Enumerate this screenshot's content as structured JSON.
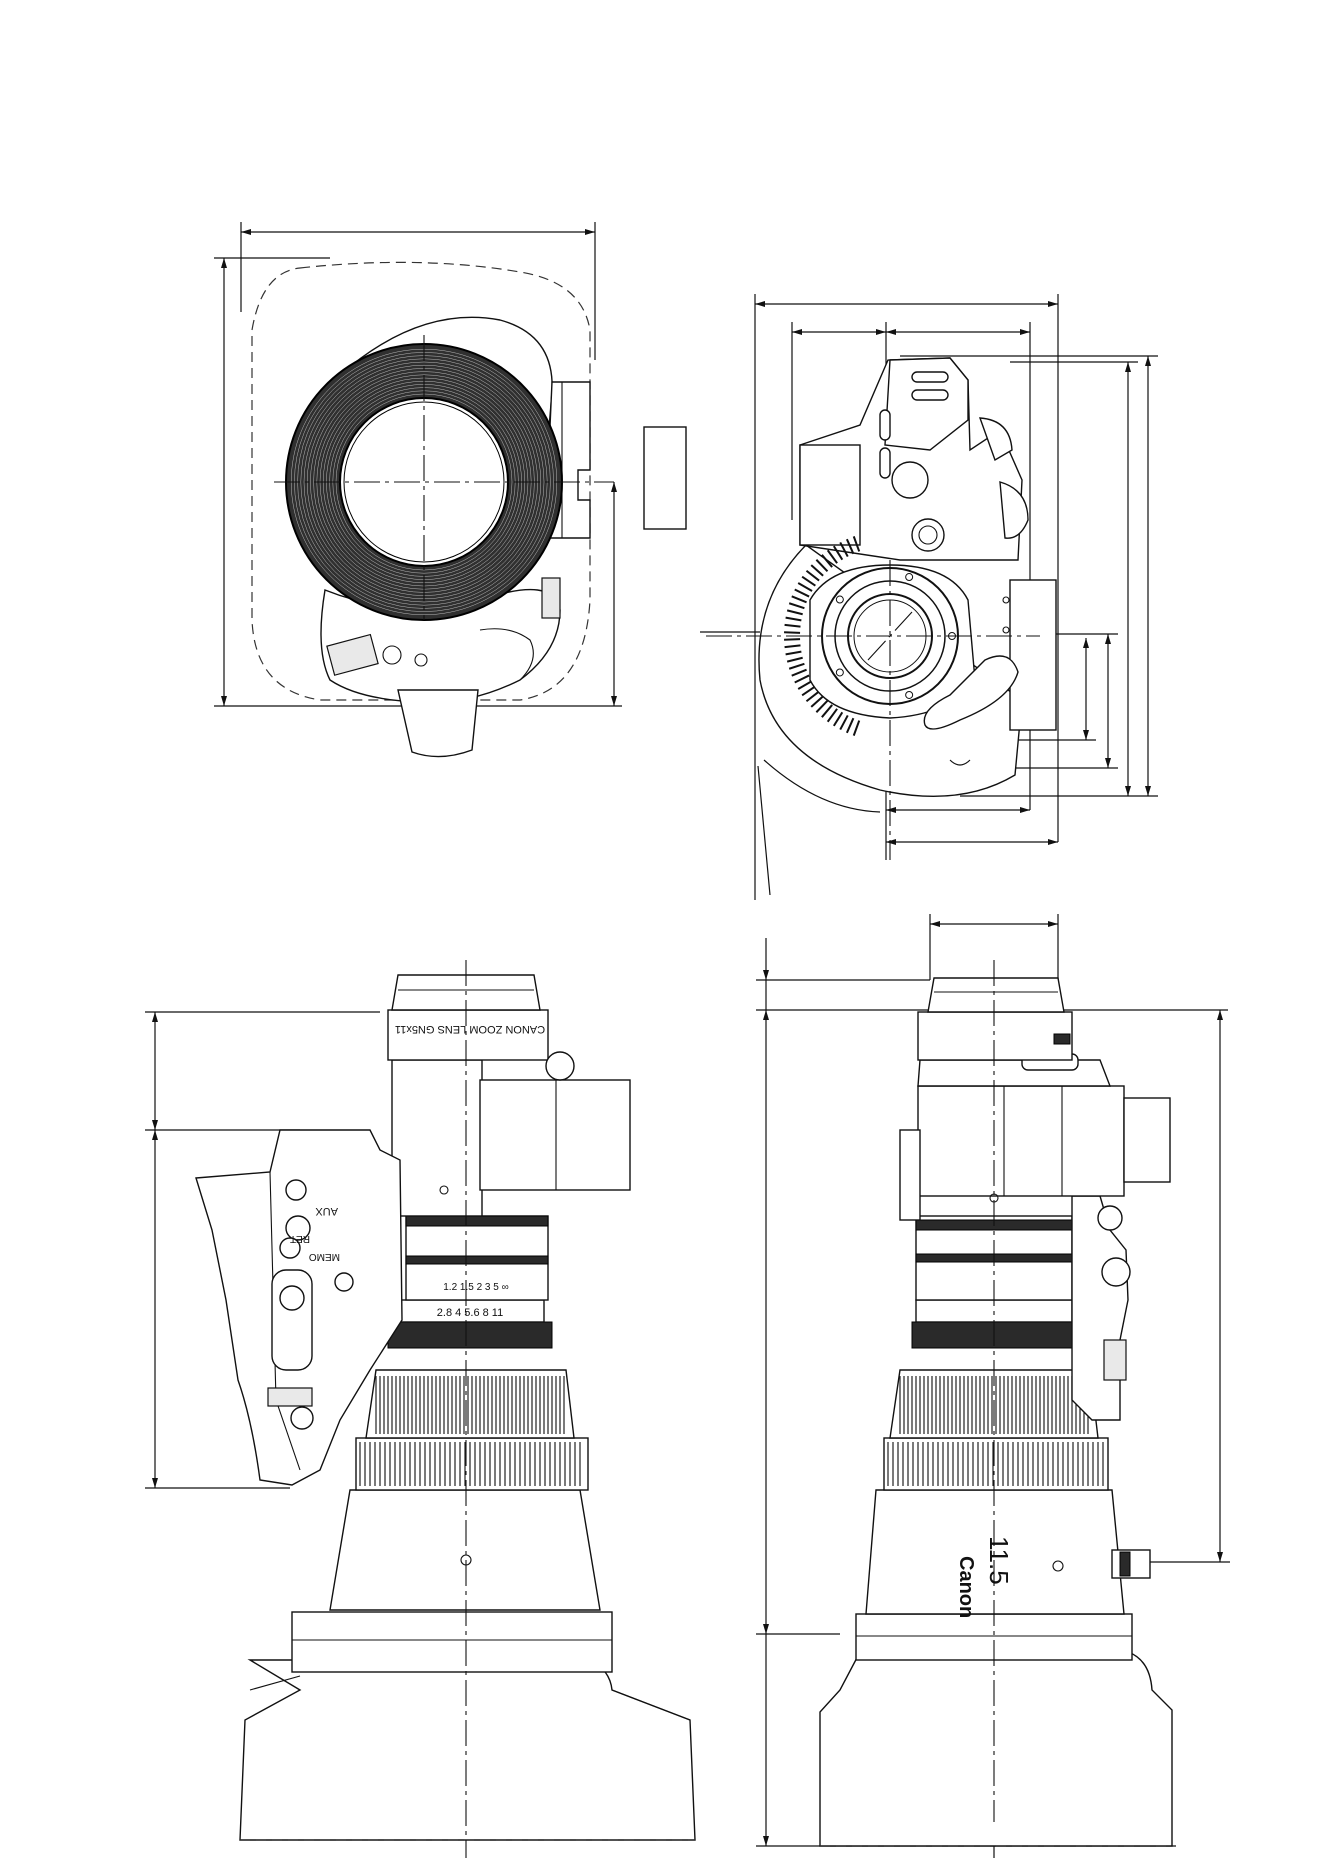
{
  "labels": {
    "lens_name": "CANON ZOOM LENS GN5x11",
    "brand": "Canon",
    "model_mark": "11.5",
    "button_aux": "AUX",
    "button_ret": "RET",
    "button_memo": "MEMO",
    "ring_scale_a": "1.2  1.5  2  3  5  ∞",
    "ring_scale_b": "2.8  4  5.6  8  11"
  },
  "colors": {
    "line": "#111111",
    "ring": "#2a2a2a",
    "background": "#ffffff"
  }
}
